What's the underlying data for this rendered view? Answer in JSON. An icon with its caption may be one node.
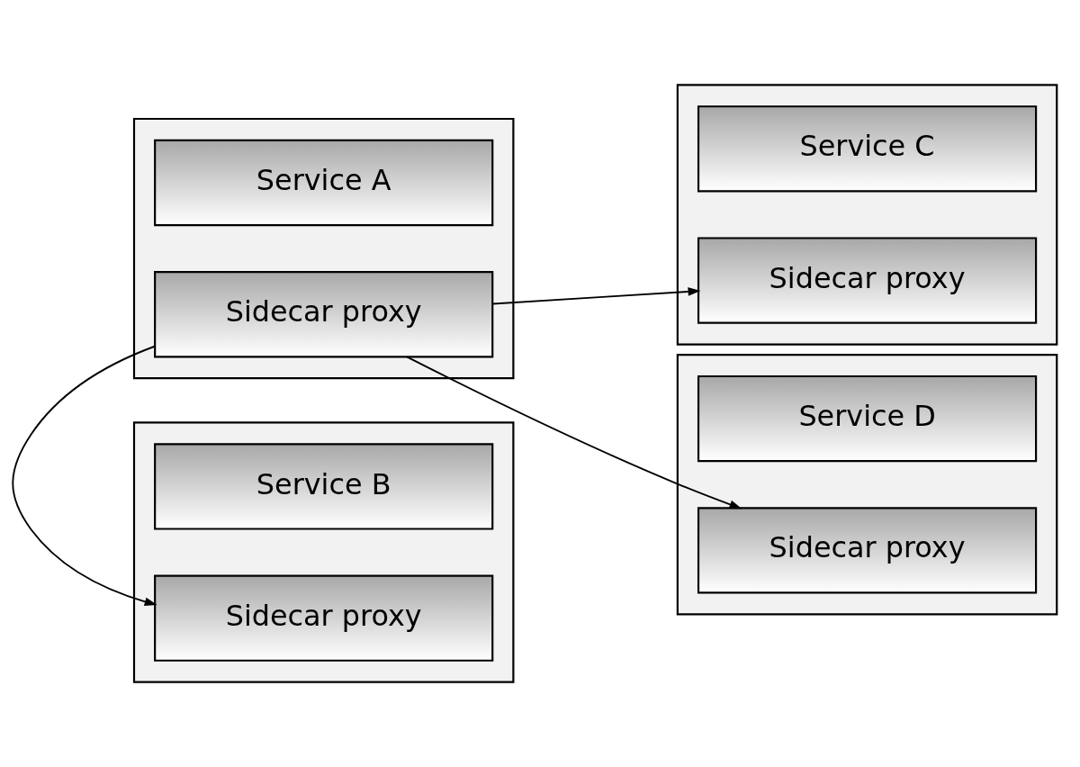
{
  "diagram": {
    "nodes": [
      {
        "text": [],
        "shape": "box"
      },
      {
        "text": [
          "Service B"
        ],
        "in": 0
      },
      {
        "text": [
          "Sidecar proxy"
        ],
        "in": 0
      },
      {
        "text": [],
        "shape": "box"
      },
      {
        "text": [
          "Service C"
        ],
        "in": 3
      },
      {
        "text": [
          "Sidecar proxy"
        ],
        "in": 3
      },
      {
        "text": [],
        "shape": "box"
      },
      {
        "text": [
          "Service A"
        ],
        "in": 6
      },
      {
        "text": [
          "Sidecar proxy"
        ],
        "in": 6
      },
      {
        "text": [],
        "shape": "box"
      },
      {
        "text": [
          "Service D"
        ],
        "in": 9
      },
      {
        "text": [
          "Sidecar proxy"
        ],
        "in": 9
      }
    ],
    "edges": [
      {
        "from": 8,
        "to": 2,
        "arrow": "to"
      },
      {
        "from": 8,
        "to": 5,
        "arrow": "to"
      },
      {
        "from": 8,
        "to": 11,
        "arrow": "to"
      }
    ]
  }
}
